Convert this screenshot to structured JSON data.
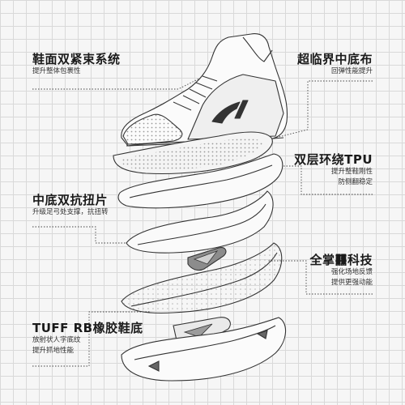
{
  "features": [
    {
      "id": "lacing",
      "title": "鞋面双紧束系统",
      "lines": [
        "提升整体包裹性"
      ]
    },
    {
      "id": "midsole-foam",
      "title": "超临界中底布",
      "lines": [
        "回弹性能提升"
      ]
    },
    {
      "id": "tpu",
      "title": "双层环绕TPU",
      "lines": [
        "提升整鞋刚性",
        "防侧翻稳定"
      ]
    },
    {
      "id": "torsion",
      "title": "中底双抗扭片",
      "lines": [
        "升级足弓处支撑，抗扭转"
      ]
    },
    {
      "id": "forefoot",
      "title": "全掌䨻科技",
      "lines": [
        "强化场地反馈",
        "提供更强动能"
      ]
    },
    {
      "id": "outsole",
      "title": "TUFF RB橡胶鞋底",
      "lines": [
        "放射状人字底纹",
        "提升抓地性能"
      ]
    }
  ],
  "icons": [
    "shoe-upper-illustration",
    "insole-illustration",
    "tpu-frame-illustration",
    "torsion-plate-illustration",
    "foam-midsole-illustration",
    "outsole-illustration"
  ],
  "colors": {
    "background": "#f6f6f6",
    "grid": "#d9d9d9",
    "text": "#1a1a1a",
    "line": "#444444"
  }
}
